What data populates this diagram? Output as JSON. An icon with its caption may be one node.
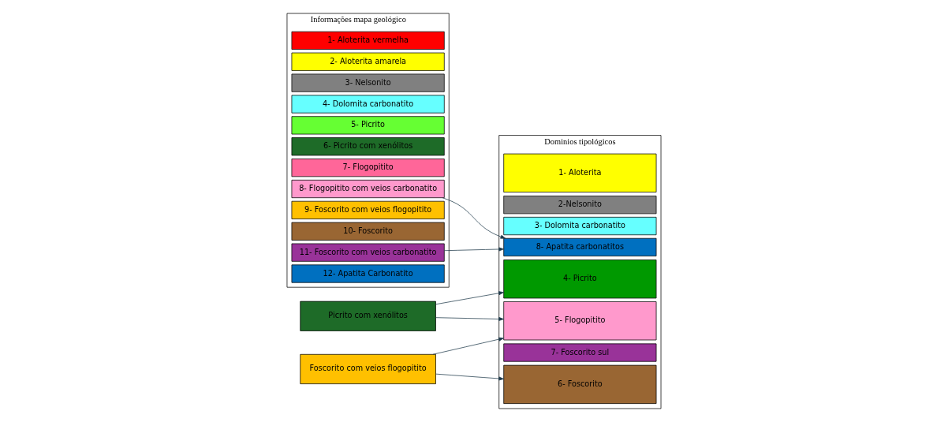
{
  "diagram": {
    "nodes": [
      {
        "text": [
          "Informações mapa geológico"
        ]
      },
      {
        "text": [
          "1- Aloterita vermelha"
        ],
        "in": 0
      },
      {
        "text": [
          "2- Aloterita amarela"
        ],
        "in": 0
      },
      {
        "text": [
          "3- Nelsonito"
        ],
        "in": 0
      },
      {
        "text": [
          "4- Dolomita carbonatito"
        ],
        "in": 0
      },
      {
        "text": [
          "5- Picrito"
        ],
        "in": 0
      },
      {
        "text": [
          "6- Picrito com xenólitos"
        ],
        "in": 0
      },
      {
        "text": [
          "7- Flogopitito"
        ],
        "in": 0
      },
      {
        "text": [
          "8- Flogopitito com veios carbonatito"
        ],
        "in": 0
      },
      {
        "text": [
          "9- Foscorito com veios flogopitito"
        ],
        "in": 0
      },
      {
        "text": [
          "10- Foscorito"
        ],
        "in": 0
      },
      {
        "text": [
          "11- Foscorito com veios carbonatito"
        ],
        "in": 0
      },
      {
        "text": [
          "12- Apatita Carbonatito"
        ],
        "in": 0
      },
      {
        "text": [
          "Dominios tipológicos"
        ]
      },
      {
        "text": [
          "1- Aloterita"
        ],
        "in": 13
      },
      {
        "text": [
          "2-Nelsonito"
        ],
        "in": 13
      },
      {
        "text": [
          "3- Dolomita carbonatito"
        ],
        "in": 13
      },
      {
        "text": [
          "4- Picrito"
        ],
        "in": 13
      },
      {
        "text": [
          "5- Flogopitito"
        ],
        "in": 13
      },
      {
        "text": [
          "6- Foscorito"
        ],
        "in": 13
      },
      {
        "text": [
          "7- Foscorito sul"
        ],
        "in": 13
      },
      {
        "text": [
          "8- Apatita carbonatitos"
        ],
        "in": 13
      },
      {
        "text": [
          "Picrito com xenólitos"
        ]
      },
      {
        "text": [
          "Foscorito com veios flogopitito"
        ]
      }
    ],
    "edges": [
      {
        "from": 22,
        "to": 17,
        "arrow": "to"
      },
      {
        "from": 22,
        "to": 18,
        "arrow": "to"
      },
      {
        "from": 23,
        "to": 18,
        "arrow": "to"
      },
      {
        "from": 23,
        "to": 19,
        "arrow": "to"
      },
      {
        "from": 8,
        "to": 21,
        "arrow": "to"
      },
      {
        "from": 11,
        "to": 21,
        "arrow": "to"
      }
    ]
  }
}
